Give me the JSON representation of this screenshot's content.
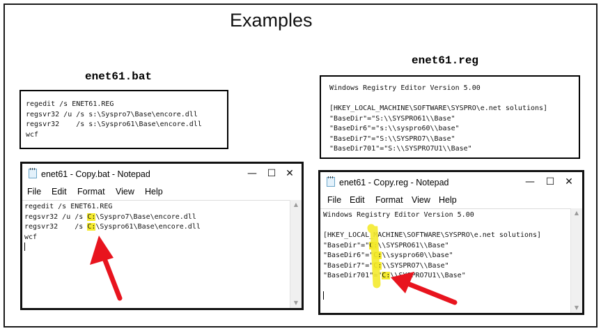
{
  "page_title": "Examples",
  "bat": {
    "caption": "enet61.bat",
    "lines": [
      "regedit /s ENET61.REG",
      "regsvr32 /u /s s:\\Syspro7\\Base\\encore.dll",
      "regsvr32    /s s:\\Syspro61\\Base\\encore.dll",
      "wcf"
    ]
  },
  "reg": {
    "caption": "enet61.reg",
    "lines": [
      "Windows Registry Editor Version 5.00",
      "",
      "[HKEY_LOCAL_MACHINE\\SOFTWARE\\SYSPRO\\e.net solutions]",
      "\"BaseDir\"=\"S:\\\\SYSPRO61\\\\Base\"",
      "\"BaseDir6\"=\"s:\\\\syspro60\\\\base\"",
      "\"BaseDir7\"=\"S:\\\\SYSPRO7\\\\Base\"",
      "\"BaseDir701\"=\"S:\\\\SYSPRO7U1\\\\Base\""
    ]
  },
  "notepad_bat": {
    "title": "enet61 - Copy.bat - Notepad",
    "menu": [
      "File",
      "Edit",
      "Format",
      "View",
      "Help"
    ],
    "controls": {
      "minimize": "—",
      "maximize": "☐",
      "close": "✕"
    },
    "lines": [
      {
        "pre": "regedit /s ENET61.REG",
        "hl": "",
        "post": ""
      },
      {
        "pre": "regsvr32 /u /s ",
        "hl": "C:",
        "post": "\\Syspro7\\Base\\encore.dll"
      },
      {
        "pre": "regsvr32    /s ",
        "hl": "C:",
        "post": "\\Syspro61\\Base\\encore.dll"
      },
      {
        "pre": "wcf",
        "hl": "",
        "post": ""
      }
    ]
  },
  "notepad_reg": {
    "title": "enet61 - Copy.reg - Notepad",
    "menu": [
      "File",
      "Edit",
      "Format",
      "View",
      "Help"
    ],
    "controls": {
      "minimize": "—",
      "maximize": "☐",
      "close": "✕"
    },
    "lines": [
      {
        "pre": "Windows Registry Editor Version 5.00",
        "hl": "",
        "post": ""
      },
      {
        "pre": "",
        "hl": "",
        "post": ""
      },
      {
        "pre": "[HKEY_LOCAL_MACHINE\\SOFTWARE\\SYSPRO\\e.net solutions]",
        "hl": "",
        "post": ""
      },
      {
        "pre": "\"BaseDir\"=\"",
        "hl": "C:",
        "post": "\\\\SYSPRO61\\\\Base\""
      },
      {
        "pre": "\"BaseDir6\"=\"",
        "hl": "C:",
        "post": "\\\\syspro60\\\\base\""
      },
      {
        "pre": "\"BaseDir7\"=\"",
        "hl": "C:",
        "post": "\\\\SYSPRO7\\\\Base\""
      },
      {
        "pre": "\"BaseDir701\"=\"",
        "hl": "C:",
        "post": "\\\\SYSPRO7U1\\\\Base\""
      }
    ]
  },
  "colors": {
    "highlight": "#f4ea2e",
    "arrow": "#e8141e"
  },
  "icons": {
    "scroll_up": "▲",
    "scroll_down": "▼",
    "notepad": "notepad-icon"
  }
}
